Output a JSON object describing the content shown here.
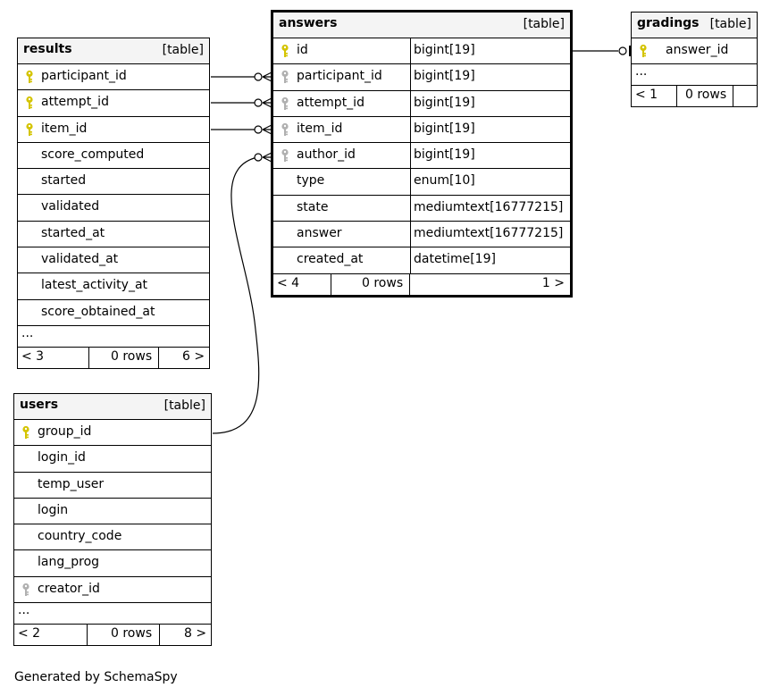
{
  "footer_text": "Generated by SchemaSpy",
  "tables": {
    "results": {
      "name": "results",
      "tag": "[table]",
      "columns": [
        {
          "name": "participant_id",
          "key": "primary"
        },
        {
          "name": "attempt_id",
          "key": "primary"
        },
        {
          "name": "item_id",
          "key": "primary"
        },
        {
          "name": "score_computed",
          "key": ""
        },
        {
          "name": "started",
          "key": ""
        },
        {
          "name": "validated",
          "key": ""
        },
        {
          "name": "started_at",
          "key": ""
        },
        {
          "name": "validated_at",
          "key": ""
        },
        {
          "name": "latest_activity_at",
          "key": ""
        },
        {
          "name": "score_obtained_at",
          "key": ""
        }
      ],
      "ellipsis": "...",
      "footer": {
        "left": "< 3",
        "mid": "0 rows",
        "right": "6 >"
      }
    },
    "answers": {
      "name": "answers",
      "tag": "[table]",
      "columns": [
        {
          "name": "id",
          "type": "bigint[19]",
          "key": "primary"
        },
        {
          "name": "participant_id",
          "type": "bigint[19]",
          "key": "foreign"
        },
        {
          "name": "attempt_id",
          "type": "bigint[19]",
          "key": "foreign"
        },
        {
          "name": "item_id",
          "type": "bigint[19]",
          "key": "foreign"
        },
        {
          "name": "author_id",
          "type": "bigint[19]",
          "key": "foreign"
        },
        {
          "name": "type",
          "type": "enum[10]",
          "key": ""
        },
        {
          "name": "state",
          "type": "mediumtext[16777215]",
          "key": ""
        },
        {
          "name": "answer",
          "type": "mediumtext[16777215]",
          "key": ""
        },
        {
          "name": "created_at",
          "type": "datetime[19]",
          "key": ""
        }
      ],
      "footer": {
        "left": "< 4",
        "mid": "0 rows",
        "right": "1 >"
      }
    },
    "gradings": {
      "name": "gradings",
      "tag": "[table]",
      "columns": [
        {
          "name": "answer_id",
          "key": "primary"
        }
      ],
      "ellipsis": "...",
      "footer": {
        "left": "< 1",
        "mid": "0 rows",
        "right": ""
      }
    },
    "users": {
      "name": "users",
      "tag": "[table]",
      "columns": [
        {
          "name": "group_id",
          "key": "primary"
        },
        {
          "name": "login_id",
          "key": ""
        },
        {
          "name": "temp_user",
          "key": ""
        },
        {
          "name": "login",
          "key": ""
        },
        {
          "name": "country_code",
          "key": ""
        },
        {
          "name": "lang_prog",
          "key": ""
        },
        {
          "name": "creator_id",
          "key": "foreign"
        }
      ],
      "ellipsis": "...",
      "footer": {
        "left": "< 2",
        "mid": "0 rows",
        "right": "8 >"
      }
    }
  },
  "colors": {
    "primary_key": "#d4c400",
    "foreign_key": "#b0b0b0",
    "header_bg": "#f4f4f4"
  }
}
